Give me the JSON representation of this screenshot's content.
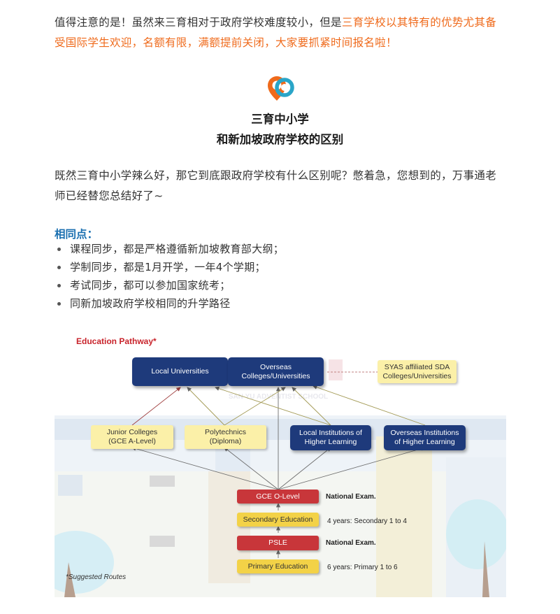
{
  "intro": {
    "normal": "值得注意的是！虽然来三育相对于政府学校难度较小，但是",
    "highlight": "三育学校以其特有的优势尤其备受国际学生欢迎，名额有限，满额提前关闭，大家要抓紧时间报名啦！"
  },
  "colors": {
    "highlight": "#ef6a1b",
    "section_heading": "#1a6fb0",
    "navy_box": "#1e3a7b",
    "red_box": "#c8363a",
    "gold_box": "#f3d247",
    "yellow_box": "#fbf0a8"
  },
  "section_title": {
    "line1": "三育中小学",
    "line2": "和新加坡政府学校的区别"
  },
  "question_paragraph": "既然三育中小学辣么好，那它到底跟政府学校有什么区别呢？憋着急，您想到的，万事通老师已经替您总结好了~",
  "similarities": {
    "heading": "相同点：",
    "items": [
      "课程同步，都是严格遵循新加坡教育部大纲；",
      "学制同步，都是1月开学，一年4个学期；",
      "考试同步，都可以参加国家统考；",
      "同新加坡政府学校相同的升学路径"
    ]
  },
  "figure": {
    "title": "Education Pathway*",
    "watermark": "SAN YU ADVENTIST SCHOOL",
    "top_boxes": {
      "local_universities": "Local Universities",
      "overseas_colleges": "Overseas Colleges/Universities",
      "syas_affiliated": "SYAS affiliated SDA Colleges/Universities"
    },
    "mid_boxes": {
      "junior_colleges": "Junior Colleges (GCE A-Level)",
      "polytechnics": "Polytechnics (Diploma)",
      "local_institutions": "Local Institutions of Higher Learning",
      "overseas_institutions": "Overseas Institutions of Higher Learning"
    },
    "ladder": {
      "gce": "GCE O-Level",
      "secondary": "Secondary Education",
      "psle": "PSLE",
      "primary": "Primary Education"
    },
    "notes": {
      "gce": "National Exam.",
      "secondary": "4 years: Secondary 1 to 4",
      "psle": "National Exam.",
      "primary": "6 years: Primary 1 to 6"
    },
    "footnote": "*Suggested Routes"
  }
}
